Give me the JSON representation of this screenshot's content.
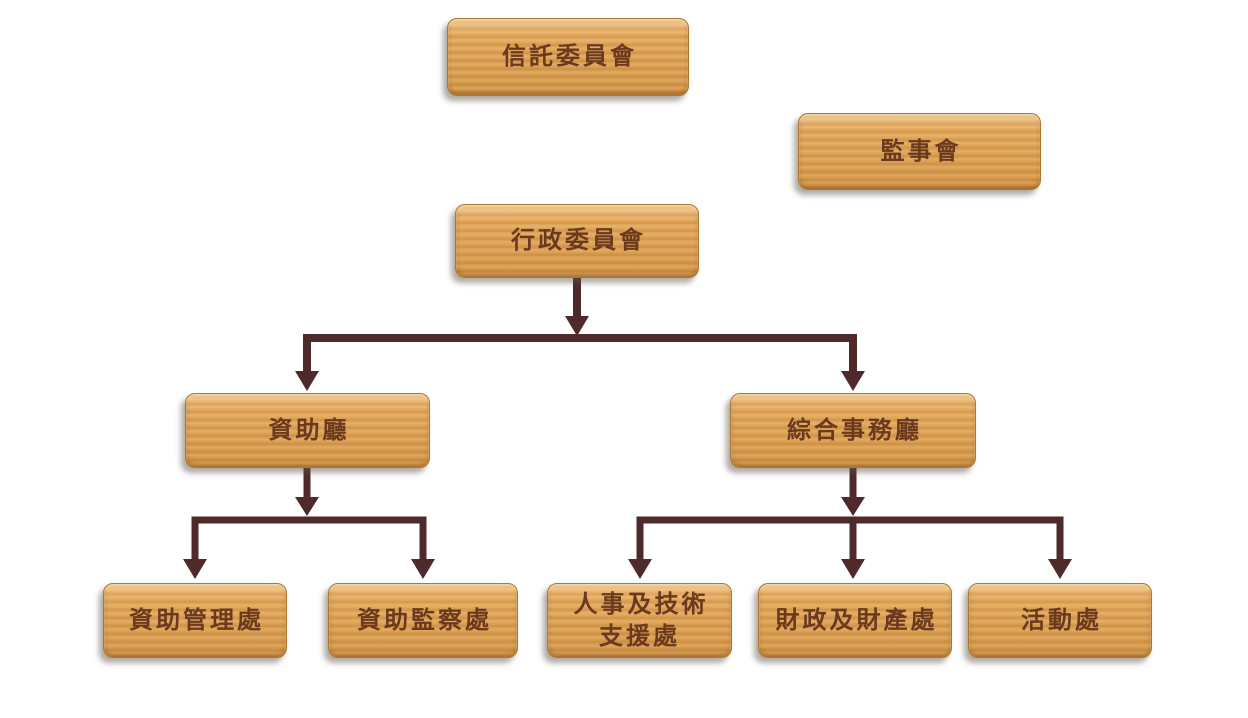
{
  "diagram": {
    "type": "org-chart",
    "nodes": {
      "trust_committee": {
        "label": "信託委員會"
      },
      "supervisory_board": {
        "label": "監事會"
      },
      "administrative_committee": {
        "label": "行政委員會"
      },
      "funding_hall": {
        "label": "資助廳"
      },
      "general_affairs_hall": {
        "label": "綜合事務廳"
      },
      "funding_management": {
        "label": "資助管理處"
      },
      "funding_monitoring": {
        "label": "資助監察處"
      },
      "personnel_tech_support": {
        "label": "人事及技術\n支援處"
      },
      "finance_property": {
        "label": "財政及財產處"
      },
      "activities_division": {
        "label": "活動處"
      }
    },
    "edges": [
      {
        "from": "administrative_committee",
        "to": "funding_hall"
      },
      {
        "from": "administrative_committee",
        "to": "general_affairs_hall"
      },
      {
        "from": "funding_hall",
        "to": "funding_management"
      },
      {
        "from": "funding_hall",
        "to": "funding_monitoring"
      },
      {
        "from": "general_affairs_hall",
        "to": "personnel_tech_support"
      },
      {
        "from": "general_affairs_hall",
        "to": "finance_property"
      },
      {
        "from": "general_affairs_hall",
        "to": "activities_division"
      }
    ],
    "colors": {
      "box_fill": "#dfa050",
      "box_fill_light": "#e8b066",
      "box_fill_dark": "#d19142",
      "box_border": "#aa7831",
      "label_text": "#6b3a1e",
      "connector": "#4e2a2a",
      "background": "#ffffff"
    }
  }
}
